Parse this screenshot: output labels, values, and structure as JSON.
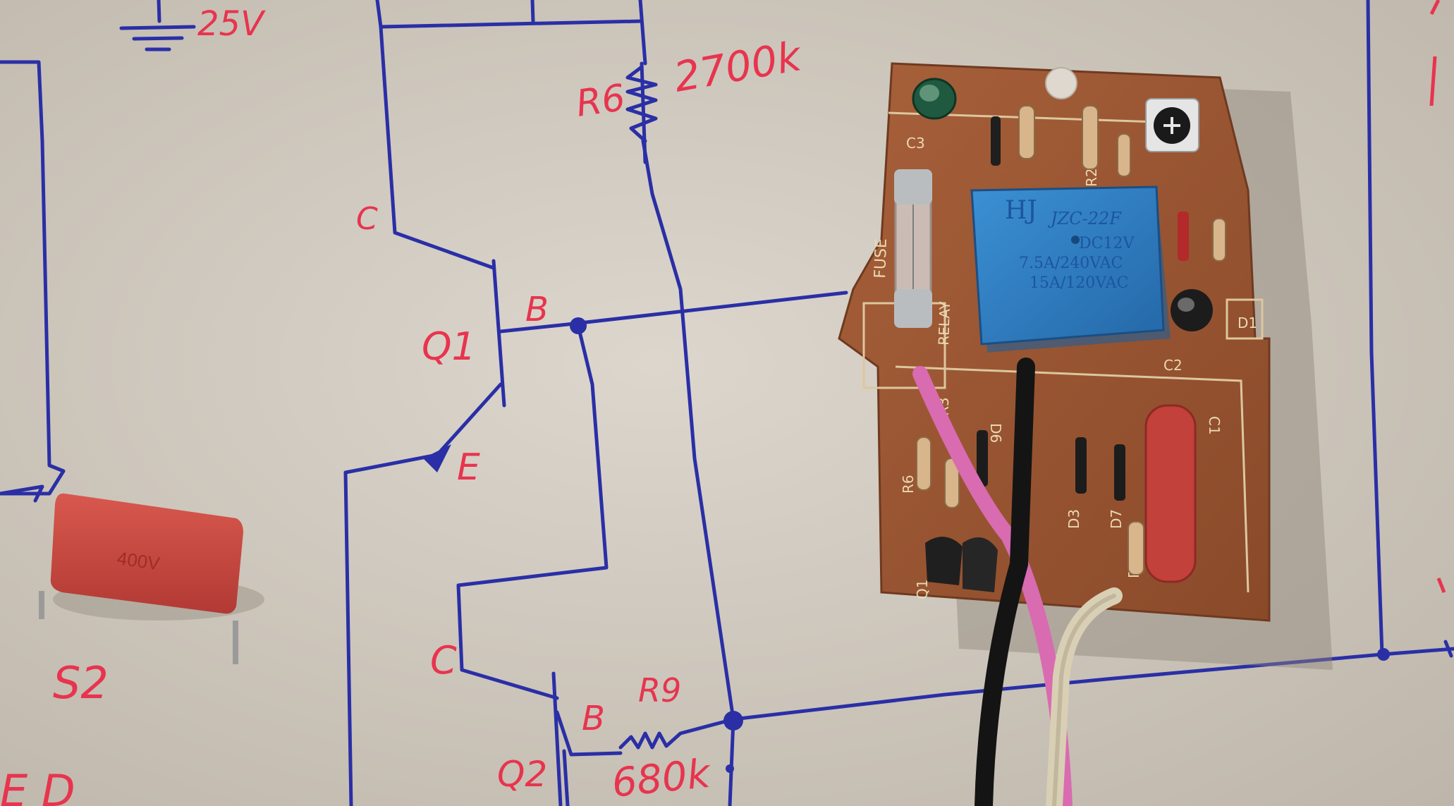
{
  "sketch": {
    "voltage_label": "25V",
    "r6_name": "R6",
    "r6_value": "2700k",
    "q1_collector": "C",
    "q1_base": "B",
    "q1_name": "Q1",
    "q1_emitter": "E",
    "q2_collector": "C",
    "q2_base": "B",
    "q2_name": "Q2",
    "r9_name": "R9",
    "r9_value": "680k",
    "cap_label": "S2",
    "bottom_left": "E D"
  },
  "capacitor": {
    "marking_1": "",
    "marking_2": "400V"
  },
  "pcb": {
    "fuse_label": "FUSE",
    "relay_silk": "RELAY",
    "silk_c3": "C3",
    "silk_r2": "R2",
    "silk_r3": "R3",
    "silk_r6": "R6",
    "silk_d6": "D6",
    "silk_d3": "D3",
    "silk_d7": "D7",
    "silk_q1": "Q1",
    "silk_r1": "R1",
    "silk_c1": "C1",
    "silk_c2": "C2",
    "silk_d1": "D1",
    "relay": {
      "brand": "HJ",
      "model": "JZC-22F",
      "coil": "DC12V",
      "rating1": "7.5A/240VAC",
      "rating2": "15A/120VAC"
    }
  },
  "colors": {
    "paper": "#d6d0c6",
    "ink_blue": "#2a2fa6",
    "ink_red": "#e8344e",
    "pcb": "#9a5530",
    "relay": "#2f82c4"
  }
}
